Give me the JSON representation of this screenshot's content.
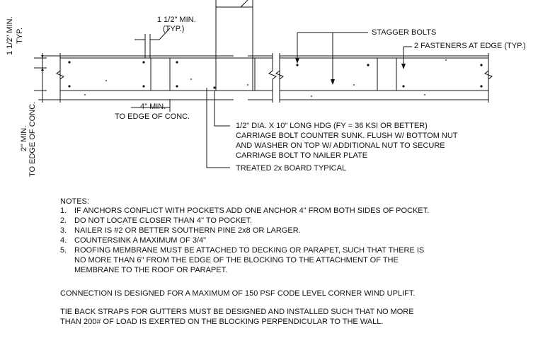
{
  "drawing": {
    "callouts": {
      "min_edge_1_5": "1 1/2\" MIN.",
      "typ_paren": "(TYP.)",
      "min_1_5_typ_line1": "1 1/2\" MIN.",
      "min_1_5_typ_line2": "TYP.",
      "min_2_line1": "2\" MIN.",
      "min_2_line2": "TO EDGE OF CONC.",
      "min_4_line1": "4\" MIN.",
      "min_4_line2": "TO EDGE OF CONC.",
      "stagger_bolts": "STAGGER BOLTS",
      "fasteners_edge": "2 FASTENERS AT EDGE (TYP.)",
      "bolt_line1": "1/2\" DIA. X 10\" LONG HDG (FY = 36 KSI OR BETTER)",
      "bolt_line2": "CARRIAGE BOLT COUNTER SUNK. FLUSH W/ BOTTOM NUT",
      "bolt_line3": "AND WASHER ON TOP W/ ADDITIONAL NUT TO SECURE",
      "bolt_line4": "CARRIAGE BOLT TO NAILER PLATE",
      "treated_board": "TREATED 2x BOARD TYPICAL"
    }
  },
  "notes": {
    "heading": "NOTES:",
    "items": [
      {
        "num": "1.",
        "lines": [
          "IF ANCHORS CONFLICT WITH POCKETS ADD ONE ANCHOR 4\" FROM BOTH SIDES OF POCKET."
        ]
      },
      {
        "num": "2.",
        "lines": [
          "DO NOT LOCATE CLOSER THAN 4\" TO POCKET."
        ]
      },
      {
        "num": "3.",
        "lines": [
          "NAILER IS #2 OR BETTER SOUTHERN PINE 2x8 OR LARGER."
        ]
      },
      {
        "num": "4.",
        "lines": [
          "COUNTERSINK A MAXIMUM OF 3/4\""
        ]
      },
      {
        "num": "5.",
        "lines": [
          "ROOFING MEMBRANE MUST BE ATTACHED TO DECKING OR PARAPET, SUCH THAT THERE IS",
          "NO MORE THAN 6\" FROM THE EDGE OF THE BLOCKING TO THE ATTACHMENT OF THE",
          "MEMBRANE TO THE ROOF OR PARAPET."
        ]
      }
    ],
    "connection": "CONNECTION IS DESIGNED FOR A MAXIMUM OF 150 PSF CODE LEVEL CORNER WIND UPLIFT.",
    "tieback_line1": "TIE BACK STRAPS FOR GUTTERS MUST BE DESIGNED AND INSTALLED SUCH THAT NO MORE",
    "tieback_line2": "THAN 200# OF LOAD IS EXERTED ON THE BLOCKING PERPENDICULAR TO THE WALL."
  }
}
